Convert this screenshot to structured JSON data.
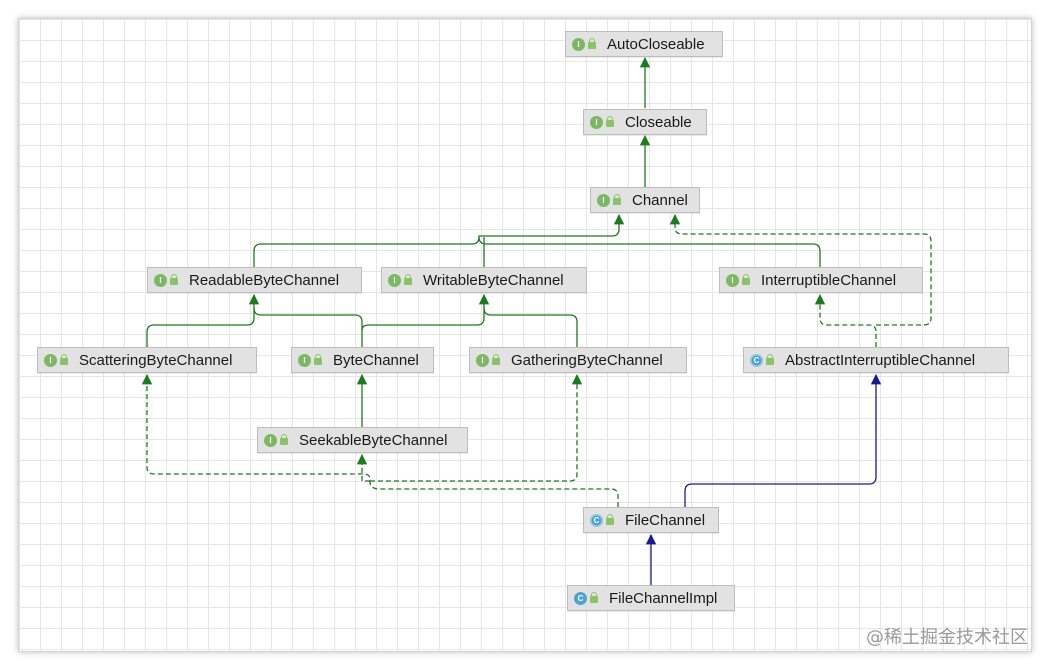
{
  "nodes": {
    "autocloseable": {
      "label": "AutoCloseable",
      "kind": "I"
    },
    "closeable": {
      "label": "Closeable",
      "kind": "I"
    },
    "channel": {
      "label": "Channel",
      "kind": "I"
    },
    "readable": {
      "label": "ReadableByteChannel",
      "kind": "I"
    },
    "writable": {
      "label": "WritableByteChannel",
      "kind": "I"
    },
    "interruptible": {
      "label": "InterruptibleChannel",
      "kind": "I"
    },
    "scattering": {
      "label": "ScatteringByteChannel",
      "kind": "I"
    },
    "bytechannel": {
      "label": "ByteChannel",
      "kind": "I"
    },
    "gathering": {
      "label": "GatheringByteChannel",
      "kind": "I"
    },
    "abstractinterruptible": {
      "label": "AbstractInterruptibleChannel",
      "kind": "C",
      "abstract": true
    },
    "seekable": {
      "label": "SeekableByteChannel",
      "kind": "I"
    },
    "filechannel": {
      "label": "FileChannel",
      "kind": "C",
      "abstract": true
    },
    "filechannelimpl": {
      "label": "FileChannelImpl",
      "kind": "C"
    }
  },
  "colors": {
    "extends_interface": "#1e7a1e",
    "implements_interface": "#2e8b2e",
    "extends_class": "#1a1a8c"
  },
  "watermark": "@稀土掘金技术社区"
}
